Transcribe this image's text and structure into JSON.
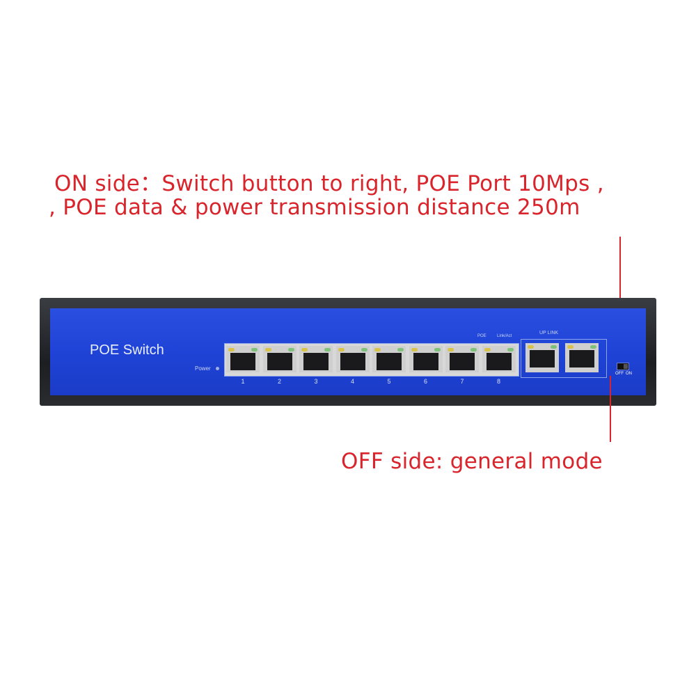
{
  "annotations": {
    "on_line1": "ON side：Switch button to right, POE Port 10Mps ,",
    "on_line2": ", POE data & power transmission distance 250m",
    "off": "OFF side: general mode"
  },
  "device": {
    "brand_label": "POE Switch",
    "power_label": "Power",
    "poe_label": "POE",
    "link_label": "Link/Act",
    "uplink_label": "UP LINK",
    "switch_off": "OFF",
    "switch_on": "ON",
    "ports": [
      "1",
      "2",
      "3",
      "4",
      "5",
      "6",
      "7",
      "8"
    ]
  }
}
